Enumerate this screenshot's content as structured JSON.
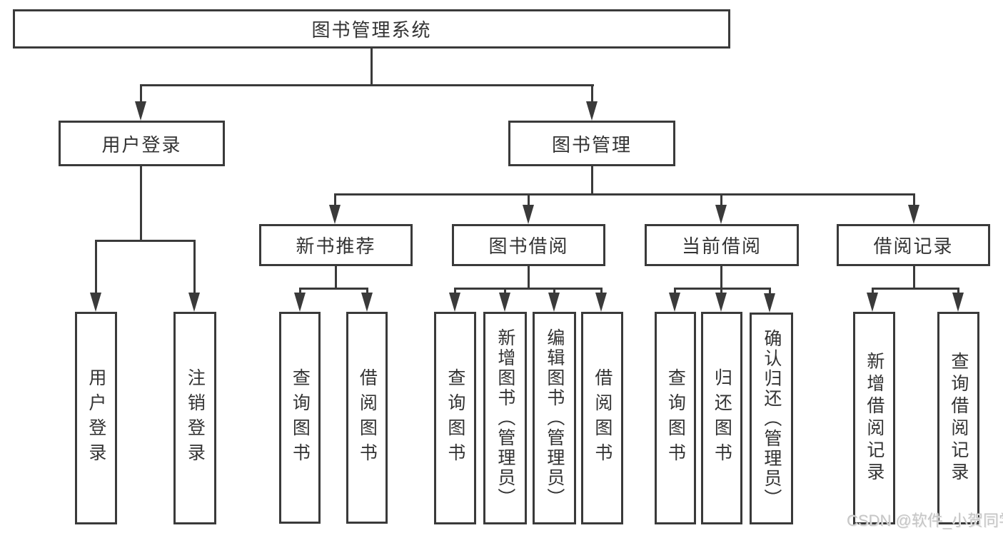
{
  "diagram": {
    "root": {
      "label": "图书管理系统"
    },
    "level2": [
      {
        "id": "user-login",
        "label": "用户登录"
      },
      {
        "id": "book-management",
        "label": "图书管理"
      }
    ],
    "level3": [
      {
        "id": "new-book-recommend",
        "label": "新书推荐"
      },
      {
        "id": "book-borrowing",
        "label": "图书借阅"
      },
      {
        "id": "current-borrowing",
        "label": "当前借阅"
      },
      {
        "id": "borrowing-records",
        "label": "借阅记录"
      }
    ],
    "leaves": {
      "user_login": [
        {
          "label": "用户登录"
        },
        {
          "label": "注销登录"
        }
      ],
      "new_book_recommend": [
        {
          "label": "查询图书"
        },
        {
          "label": "借阅图书"
        }
      ],
      "book_borrowing": [
        {
          "label": "查询图书"
        },
        {
          "label": "新增图书（管理员）"
        },
        {
          "label": "编辑图书（管理员）"
        },
        {
          "label": "借阅图书"
        }
      ],
      "current_borrowing": [
        {
          "label": "查询图书"
        },
        {
          "label": "归还图书"
        },
        {
          "label": "确认归还（管理员）"
        }
      ],
      "borrowing_records": [
        {
          "label": "新增借阅记录"
        },
        {
          "label": "查询借阅记录"
        }
      ]
    },
    "watermark": "CSDN @软件_小贺同学",
    "colors": {
      "line": "#3a3a3a",
      "text": "#333333",
      "watermark": "#c6c6c6",
      "background": "#ffffff"
    }
  }
}
